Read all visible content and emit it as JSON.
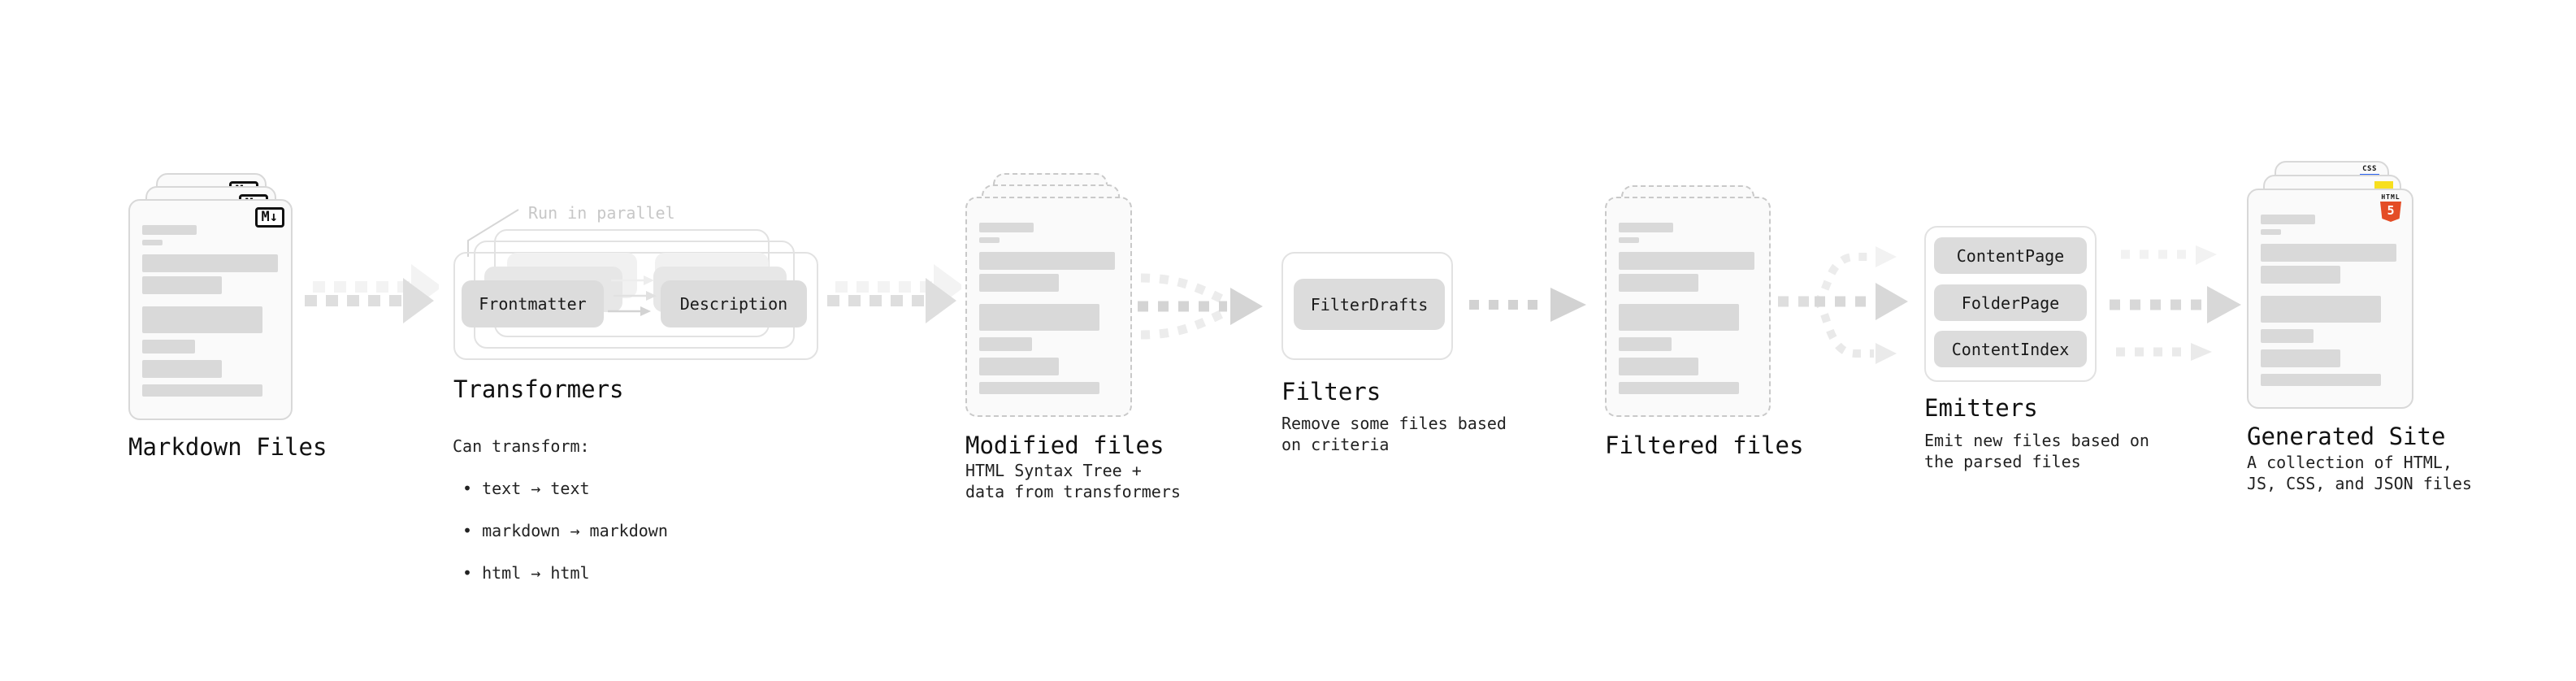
{
  "stages": {
    "markdown_files": {
      "label": "Markdown Files",
      "badge": "M↓"
    },
    "transformers": {
      "title": "Transformers",
      "annotation": "Run in parallel",
      "input_box": "Frontmatter",
      "output_box": "Description",
      "desc_heading": "Can transform:",
      "bullets": [
        "• text → text",
        "• markdown → markdown",
        "• html → html"
      ]
    },
    "modified_files": {
      "label": "Modified files",
      "description": "HTML Syntax Tree +\ndata from transformers"
    },
    "filters": {
      "title": "Filters",
      "box": "FilterDrafts",
      "description": "Remove some files based\non criteria"
    },
    "filtered_files": {
      "label": "Filtered files"
    },
    "emitters": {
      "title": "Emitters",
      "boxes": [
        "ContentPage",
        "FolderPage",
        "ContentIndex"
      ],
      "description": "Emit new files based on\nthe parsed files"
    },
    "generated_site": {
      "label": "Generated Site",
      "description": "A collection of HTML,\nJS, CSS, and JSON files",
      "badges": {
        "html_word": "HTML",
        "html_number": "5",
        "css": "CSS"
      }
    }
  },
  "colors": {
    "ink": "#1a1a1a",
    "annotation_gray": "#c7c7c7",
    "card_border": "#d8d8d8",
    "dashed_border": "#c9c9c9",
    "box_fill": "#dcdcdc",
    "bar_fill": "#d9d9d9",
    "html5_orange": "#e44d26",
    "js_yellow": "#f7df1e",
    "css_blue": "#2962f1"
  }
}
